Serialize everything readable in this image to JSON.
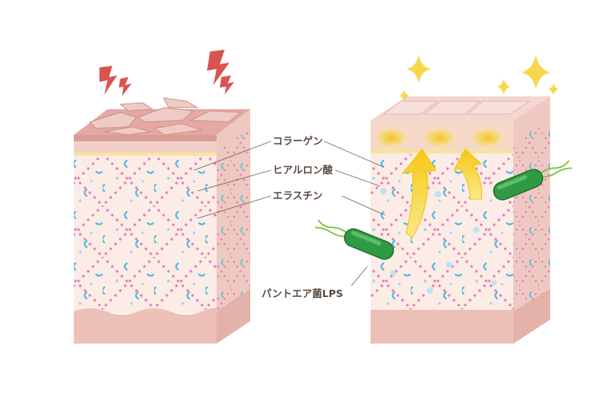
{
  "labels": {
    "collagen": "コラーゲン",
    "hyaluronic_acid": "ヒアルロン酸",
    "elastin": "エラスチン",
    "pantoea_lps": "パントエア菌LPS"
  },
  "colors": {
    "skin_surface": "#dea8a3",
    "epidermis": "#f2cfc8",
    "dermis_face": "#fbece6",
    "dermis_side": "#eec9c1",
    "hypodermis": "#ecc0b6",
    "dot_pink": "#e57ab8",
    "fiber_blue": "#58b9e0",
    "crack_red": "#d9534f",
    "sparkle": "#f6d84a",
    "glow": "#f7c22a",
    "bacteria": "#33a047",
    "arrow": "#f8d21c"
  },
  "icons": {
    "damage": "lightning-icon",
    "healthy": "sparkle-icon",
    "bacterium": "bacterium-icon",
    "boost": "up-arrow-icon"
  }
}
